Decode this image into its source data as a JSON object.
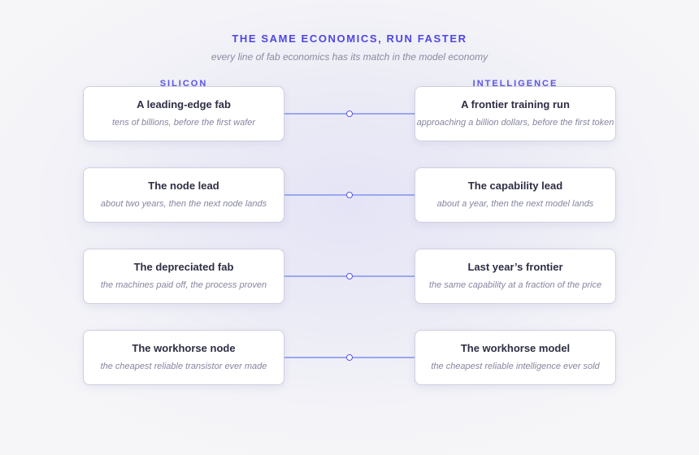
{
  "title": "THE SAME ECONOMICS, RUN FASTER",
  "subtitle": "every line of fab economics has its match in the model economy",
  "columns": {
    "left": "SILICON",
    "right": "INTELLIGENCE"
  },
  "rows": [
    {
      "left": {
        "title": "A leading-edge fab",
        "sub": "tens of billions, before the first wafer"
      },
      "right": {
        "title": "A frontier training run",
        "sub": "approaching a billion dollars, before the first token"
      }
    },
    {
      "left": {
        "title": "The node lead",
        "sub": "about two years, then the next node lands"
      },
      "right": {
        "title": "The capability lead",
        "sub": "about a year, then the next model lands"
      }
    },
    {
      "left": {
        "title": "The depreciated fab",
        "sub": "the machines paid off, the process proven"
      },
      "right": {
        "title": "Last year’s frontier",
        "sub": "the same capability at a fraction of the price"
      }
    },
    {
      "left": {
        "title": "The workhorse node",
        "sub": "the cheapest reliable transistor ever made"
      },
      "right": {
        "title": "The workhorse model",
        "sub": "the cheapest reliable intelligence ever sold"
      }
    }
  ]
}
